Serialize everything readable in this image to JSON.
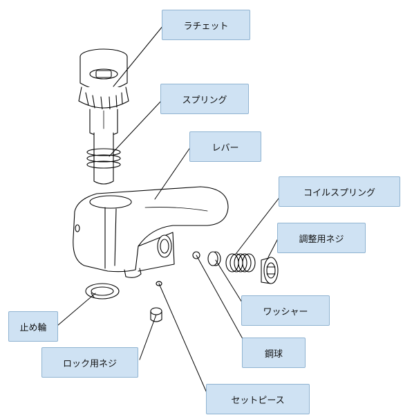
{
  "labels": {
    "ratchet": "ラチェット",
    "spring": "スプリング",
    "lever": "レバー",
    "coil_spring": "コイルスプリング",
    "adjust_screw": "調整用ネジ",
    "washer": "ワッシャー",
    "steel_ball": "鋼球",
    "set_piece": "セットピース",
    "lock_screw": "ロック用ネジ",
    "retaining_ring": "止め輪"
  },
  "colors": {
    "callout_fill": "#cfe2f3",
    "callout_border": "#8fb3d1",
    "line": "#000000"
  }
}
